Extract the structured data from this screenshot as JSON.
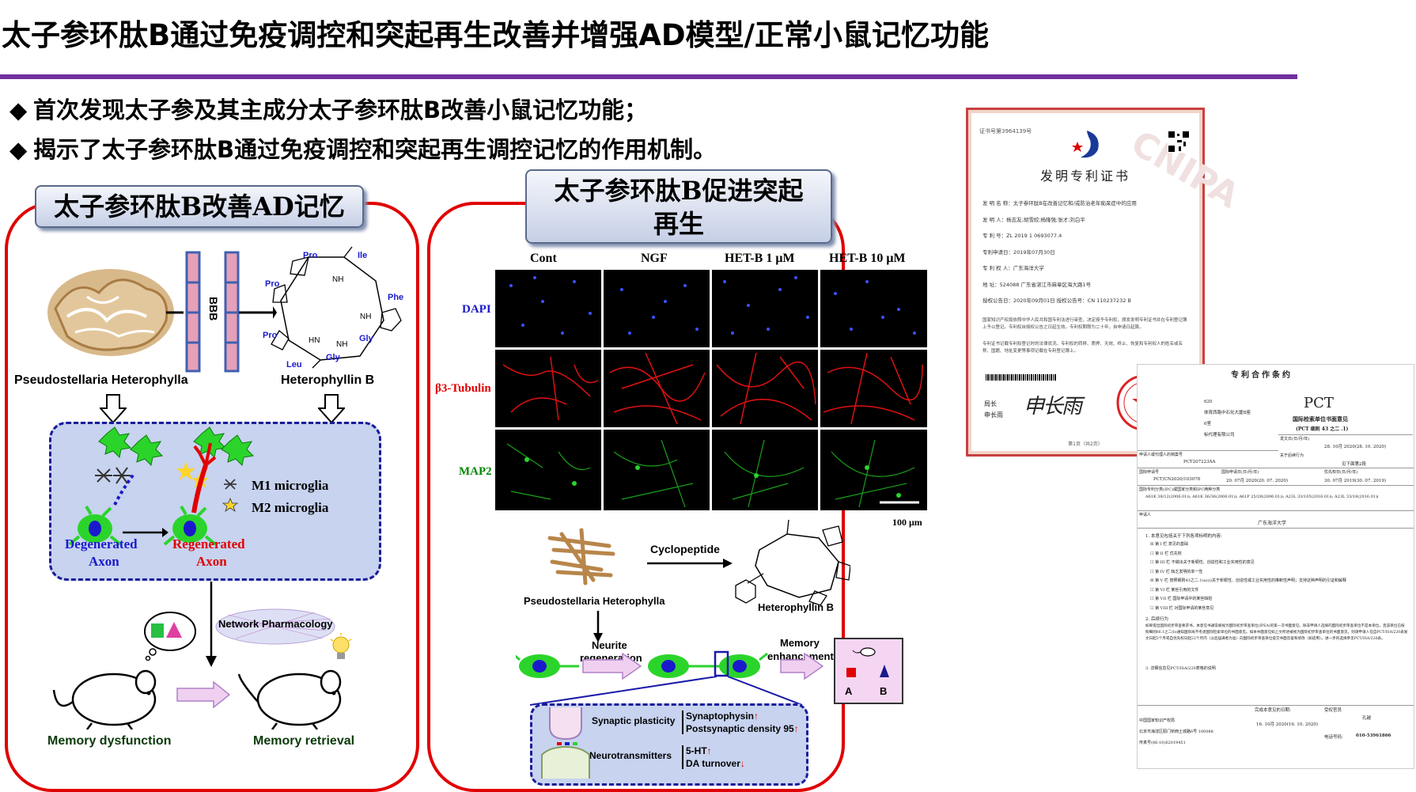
{
  "title": "太子参环肽B通过免疫调控和突起再生改善并增强AD模型/正常小鼠记忆功能",
  "bullets": [
    "首次发现太子参及其主成分太子参环肽B改善小鼠记忆功能；",
    "揭示了太子参环肽B通过免疫调控和突起再生调控记忆的作用机制。"
  ],
  "bullet_marker": "◆",
  "left_panel": {
    "title": "太子参环肽B改善AD记忆",
    "bbb": "BBB",
    "herb": "Pseudostellaria Heterophylla",
    "compound": "Heterophyllin B",
    "residues": [
      "Pro",
      "Ile",
      "Pro",
      "Phe",
      "Pro",
      "Gly",
      "Leu",
      "Gly"
    ],
    "nh": [
      "NH",
      "NH",
      "HN",
      "NH"
    ],
    "legend_m1": "M1 microglia",
    "legend_m2": "M2 microglia",
    "degenerated": "Degenerated",
    "regenerated": "Regenerated",
    "axon": "Axon",
    "network": "Network Pharmacology",
    "dysfunction": "Memory dysfunction",
    "retrieval": "Memory retrieval"
  },
  "right_panel": {
    "title_line1": "太子参环肽B促进突起",
    "title_line2": "再生",
    "columns": [
      "Cont",
      "NGF",
      "HET-B 1 μM",
      "HET-B 10 μM"
    ],
    "rows": [
      "DAPI",
      "β3-Tubulin",
      "MAP2"
    ],
    "scale": "100 μm",
    "herb": "Pseudostellaria Heterophylla",
    "cyclopeptide": "Cyclopeptide",
    "compound": "Heterophyllin B",
    "neurite1": "Neurite",
    "neurite2": "regeneration",
    "memory1": "Memory",
    "memory2": "enhancement",
    "box_a": "A",
    "box_b": "B",
    "synaptic": "Synaptic plasticity",
    "synaptophysin": "Synaptophysin",
    "postsyn": "Postsynaptic density 95",
    "neurotrans": "Neurotransmitters",
    "ht": "5-HT",
    "da": "DA turnover"
  },
  "patent": {
    "cert_no": "证书号第3964139号",
    "heading": "发明专利证书",
    "fields": [
      "发 明 名 称：太子参环肽B在改善记忆和/或防治老年痴呆症中的应用",
      "发 明 人：杨志友;胡雪姣;杨隆强;张才;刘白平",
      "专 利 号：ZL 2019 1 0693077.4",
      "专利申请日：2019年07月30日",
      "专 利 权 人：广东海洋大学",
      "地 址：524088 广东省湛江市麻章区海大路1号",
      "授权公告日：2020年09月01日   授权公告号：CN 110237232 B"
    ],
    "body": "国家知识产权局依照中华人民共和国专利法进行审查，决定授予专利权，颁发发明专利证书并在专利登记簿上予以登记。专利权自授权公告之日起生效。专利权期限为二十年，自申请日起算。",
    "body2": "专利证书记载专利权登记时的法律状况。专利权的转移、质押、无效、终止、恢复和专利权人的姓名或名称、国籍、地址变更等事项记载在专利登记簿上。",
    "director_label": "局长",
    "director_name": "申长雨",
    "signature": "申长雨",
    "footer": "第1页（共2页）",
    "watermark": "CNIPA"
  },
  "pct": {
    "top_title": "专利合作条约",
    "pct": "PCT",
    "subtitle": "国际检索单位书面意见",
    "subtitle2": "(PCT 细则 43 之二 .1)",
    "left_lines": [
      "620",
      "体育西路中石化大厦B座",
      "6室",
      "标代理有限公司"
    ],
    "send_date": "发文日(日/月/年)",
    "send_date_val": "28. 10月 2020(28. 10. 2020)",
    "action": "关于后续行为",
    "action_val": "见下面第2段",
    "file_ref_label": "申请人或代理人的档案号",
    "file_ref": "PCT207223AA",
    "app_no_label": "国际申请号",
    "app_no": "PCT/CN2020/103078",
    "filing_label": "国际申请日(日/月/年)",
    "filing": "20. 07月 2020(20. 07. 2020)",
    "priority_label": "优先权日(日/月/年)",
    "priority": "30. 07月 2019(30. 07. 2019)",
    "ipc_label": "国际专利分类(IPC)或国家分类和IPC两种分类",
    "ipc": "A61K 38/12(2006.01)i; A61K 36/36(2006.01)i; A61P 25/28(2006.01)i; A23L 33/105(2016.01)i; A23L 33/18(2016.01)i",
    "applicant_label": "申请人",
    "applicant": "广东海洋大学",
    "items_intro": "1.  本意见包括关于下列各项标明的内容:",
    "items": [
      "第 I 栏   意见的基础",
      "第 II 栏  优先权",
      "第 III 栏 不做出关于新颖性、创造性和工业实用性的意见",
      "第 IV 栏  缺乏发明的单一性",
      "第 V 栏   按照细则43之二.1(a)(i)关于新颖性、创造性或工业实用性的推断性声明；支持这种声明的引证和解释",
      "第 VI 栏  某些引用的文件",
      "第 VII 栏 国际申请中的某些缺陷",
      "第 VIII 栏 对国际申请的某些意见"
    ],
    "checked": [
      true,
      false,
      false,
      false,
      true,
      false,
      false,
      false
    ],
    "para2_title": "2.  后续行为",
    "para2": "如果提出国际初步审查要求书，本意见书通常被视为国际初步审查单位(IPEA)的第一次书面意见。除非申请人选择的国际初步审查单位不是本单位，且该单位已按照细则66.1之二(b)通知国际局不考虑国际检索单位的书面意见。如本书面意见如上文所述被视为国际初步审查单位的书面意见，则请申请人在自PCT/ISA/220表发文日起3个月或自优先权日起22个月内（以后届满者为准）向国际初步审查单位提交书面答复和修改（如适用）。进一步的选择参见PCT/ISA/220表。",
    "para3": "3.  详细信息见PCT/ISA/220表格的说明",
    "office_label": "中国国家知识产权局",
    "office_addr": "北京市海淀区蓟门桥西土城路6号  100088",
    "fax": "传真号(86-10)62019451",
    "complete_label": "完成本意见的日期:",
    "complete": "16. 10月 2020(16. 10. 2020)",
    "officer_label": "受权官员",
    "officer": "孔越",
    "tel_label": "电话号码:",
    "tel": "010-53961866"
  },
  "colors": {
    "rule": "#7030a0",
    "panel_border": "#e00000",
    "dapi": "#1a1acc",
    "tubulin": "#e00000",
    "map2": "#008a00",
    "regenerated": "#e00000",
    "degenerated": "#1a1acc"
  }
}
